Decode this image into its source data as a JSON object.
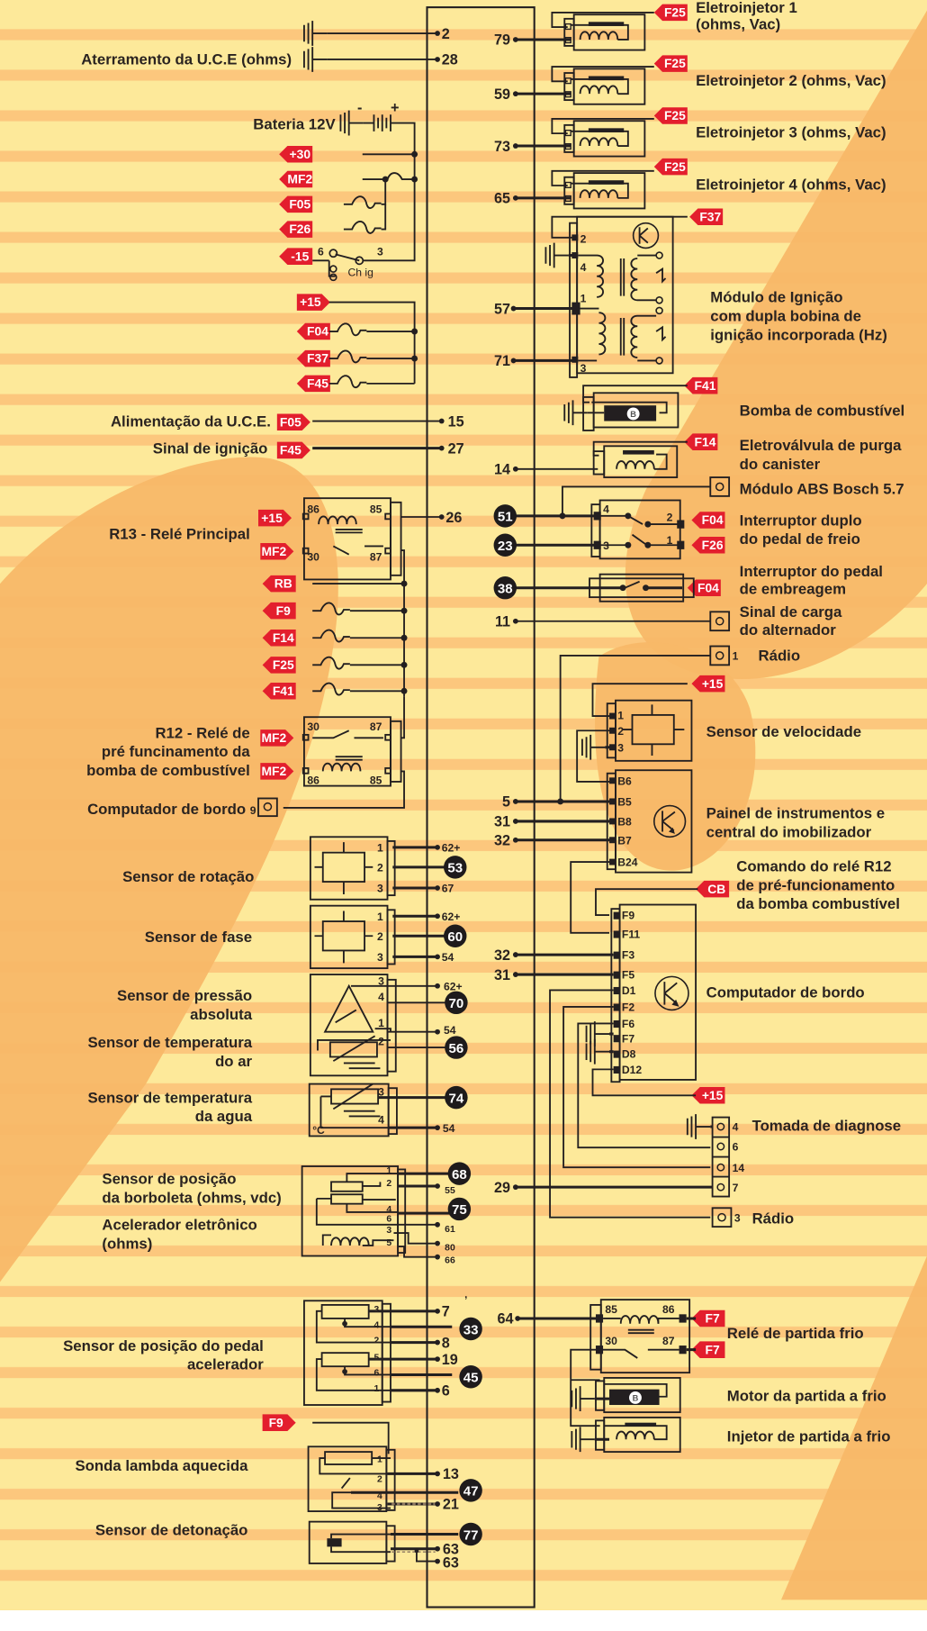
{
  "colors": {
    "background": "#fde99a",
    "stripe": "#fcc77d",
    "highlight": "#f8b868",
    "wire": "#231f20",
    "tag_red": "#e31e2d",
    "pin_badge": "#1e1b1c"
  },
  "ecu": {
    "left_pins": [
      {
        "pin": "2",
        "label": ""
      },
      {
        "pin": "28",
        "label": "Aterramento da U.C.E (ohms)"
      },
      {
        "pin": "15",
        "label": "Alimentação da U.C.E.",
        "tag": "F05"
      },
      {
        "pin": "27",
        "label": "Sinal de ignição",
        "tag": "F45"
      },
      {
        "pin": "26"
      }
    ],
    "right_pins": [
      "79",
      "59",
      "73",
      "65",
      "57",
      "71",
      "14",
      "51",
      "23",
      "38",
      "11",
      "5",
      "31",
      "32",
      "32",
      "31",
      "29",
      "64"
    ]
  },
  "left": {
    "battery": {
      "label": "Bateria 12V",
      "minus": "-",
      "plus": "+"
    },
    "battery_tags": [
      "+30",
      "MF2",
      "F05",
      "F26",
      "-15"
    ],
    "ignition_switch": {
      "label": "Ch ig",
      "pin_a": "6",
      "pin_b": "3"
    },
    "fuse_group_2": [
      "+15",
      "F04",
      "F37",
      "F45"
    ],
    "r13": {
      "label": "R13 -  Relé Principal",
      "tags": [
        "+15",
        "MF2"
      ],
      "terminals": [
        "86",
        "85",
        "30",
        "87"
      ]
    },
    "r13_fuses": [
      "RB",
      "F9",
      "F14",
      "F25",
      "F41"
    ],
    "r12": {
      "label_lines": [
        "R12 -  Relé  de",
        "pré funcinamento da",
        "bomba de combustível"
      ],
      "tags": [
        "MF2",
        "MF2"
      ],
      "terminals": [
        "30",
        "87",
        "86",
        "85"
      ]
    },
    "trip_computer_pin": {
      "label": "Computador de bordo",
      "pin": "9"
    },
    "sensors": [
      {
        "name": "Sensor de rotação",
        "pins": [
          "1",
          "2",
          "3"
        ],
        "ecu": [
          "62+",
          "53",
          "67"
        ]
      },
      {
        "name": "Sensor de fase",
        "pins": [
          "1",
          "2",
          "3"
        ],
        "ecu": [
          "62+",
          "60",
          "54"
        ]
      },
      {
        "name_lines": [
          "Sensor de pressão",
          "absoluta"
        ],
        "pins": [
          "3",
          "4",
          "1",
          "2"
        ],
        "ecu": [
          "62+",
          "70",
          "54",
          "56"
        ]
      },
      {
        "name_lines": [
          "Sensor de temperatura",
          "do ar"
        ]
      },
      {
        "name_lines": [
          "Sensor de temperatura",
          "da agua"
        ],
        "pins": [
          "3",
          "4"
        ],
        "ecu": [
          "74",
          "54"
        ],
        "unit": "°C"
      },
      {
        "name_lines": [
          "Sensor de posição",
          "da borboleta (ohms, vdc)"
        ],
        "pins": [
          "1",
          "2",
          "4",
          "6",
          "3",
          "5"
        ],
        "ecu": [
          "68",
          "55",
          "75",
          "61",
          "80",
          "66"
        ]
      },
      {
        "name_lines": [
          "Acelerador eletrônico",
          "(ohms)"
        ]
      },
      {
        "name_lines": [
          "Sensor de posição do pedal",
          "acelerador"
        ],
        "pins": [
          "3",
          "4",
          "2",
          "5",
          "6",
          "1"
        ],
        "ecu": [
          "7",
          "33",
          "8",
          "19",
          "45",
          "6"
        ]
      },
      {
        "name": "Sonda lambda aquecida",
        "tag": "F9",
        "pins": [
          "1",
          "2",
          "4",
          "3"
        ],
        "ecu": [
          "13",
          "47",
          "21"
        ]
      },
      {
        "name": "Sensor de detonação",
        "ecu": [
          "77",
          "63",
          "63"
        ]
      }
    ]
  },
  "right": {
    "injectors": [
      {
        "lines": [
          "Eletroinjetor 1",
          "(ohms, Vac)"
        ],
        "tag": "F25",
        "pin": "79"
      },
      {
        "lines": [
          "Eletroinjetor 2 (ohms, Vac)"
        ],
        "tag": "F25",
        "pin": "59"
      },
      {
        "lines": [
          "Eletroinjetor 3 (ohms, Vac)"
        ],
        "tag": "F25",
        "pin": "73"
      },
      {
        "lines": [
          "Eletroinjetor 4 (ohms, Vac)"
        ],
        "tag": "F25",
        "pin": "65"
      }
    ],
    "ignition_module": {
      "lines": [
        "Módulo de Ignição",
        "com dupla bobina de",
        "ignição incorporada (Hz)"
      ],
      "tag": "F37",
      "terminals": [
        "2",
        "4",
        "1",
        "3"
      ]
    },
    "fuel_pump": {
      "label": "Bomba de combustível",
      "tag": "F41",
      "motor_glyph": "B"
    },
    "canister": {
      "lines": [
        "Eletroválvula de purga",
        "do canister"
      ],
      "tag": "F14"
    },
    "abs": {
      "label": "Módulo ABS Bosch 5.7"
    },
    "brake_switch": {
      "lines": [
        "Interruptor duplo",
        "do pedal de freio"
      ],
      "tags": [
        "F04",
        "F26"
      ],
      "terminals": [
        "4",
        "2",
        "3",
        "1"
      ]
    },
    "clutch_switch": {
      "lines": [
        "Interruptor do pedal",
        "de embreagem"
      ],
      "tag": "F04"
    },
    "alternator": {
      "lines": [
        "Sinal de carga",
        "do alternador"
      ]
    },
    "radio_1": {
      "label": "Rádio",
      "pin": "1"
    },
    "speed_sensor": {
      "label": "Sensor de velocidade",
      "tag": "+15",
      "pins": [
        "1",
        "2",
        "3"
      ]
    },
    "panel": {
      "lines": [
        "Painel de instrumentos e",
        "central do imobilizador"
      ],
      "pins": [
        "B6",
        "B5",
        "B8",
        "B7",
        "B24"
      ]
    },
    "r12_command": {
      "lines": [
        "Comando do relé R12",
        "de pré-funcionamento",
        "da bomba combustível"
      ],
      "tag": "CB"
    },
    "trip_computer": {
      "label": "Computador de bordo",
      "pins": [
        "F9",
        "F11",
        "F3",
        "F5",
        "D1",
        "F2",
        "F6",
        "F7",
        "D8",
        "D12"
      ],
      "tag": "+15"
    },
    "diagnostic": {
      "label": "Tomada de diagnose",
      "pins": [
        "4",
        "6",
        "14",
        "7"
      ]
    },
    "radio_3": {
      "label": "Rádio",
      "pin": "3"
    },
    "cold_start_relay": {
      "label": "Relé de partida frio",
      "tags": [
        "F7",
        "F7"
      ],
      "terminals": [
        "85",
        "86",
        "30",
        "87"
      ]
    },
    "cold_start_motor": {
      "label": "Motor da partida a frio",
      "motor_glyph": "B"
    },
    "cold_start_injector": {
      "label": "Injetor de partida a frio"
    }
  }
}
